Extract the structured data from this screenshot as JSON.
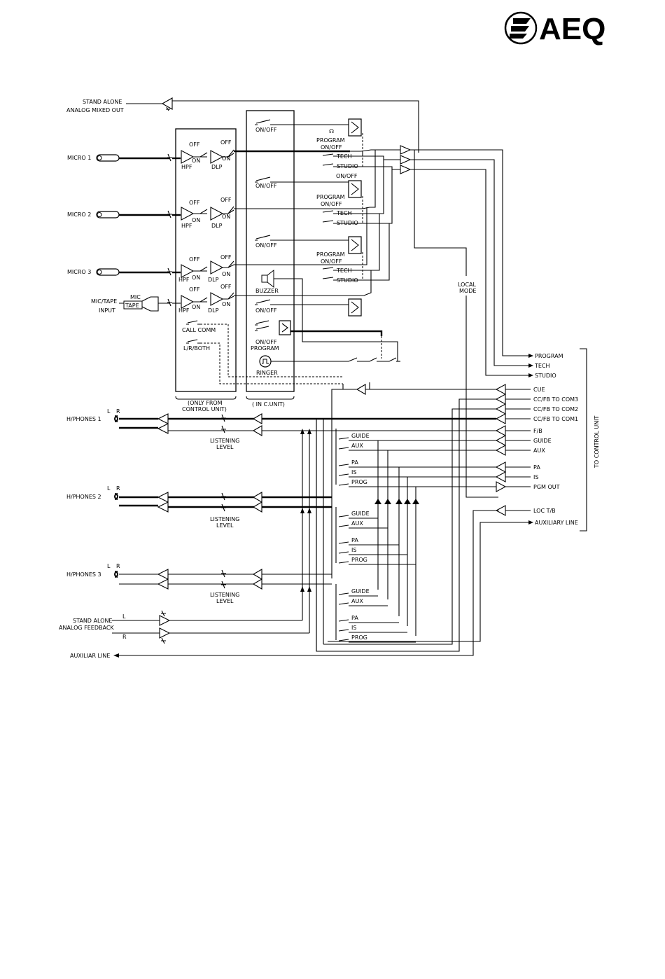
{
  "logo": {
    "text": "AEQ"
  },
  "inputs": {
    "stand_alone_out": [
      "STAND ALONE",
      "ANALOG MIXED OUT"
    ],
    "micro1": "MICRO 1",
    "micro2": "MICRO 2",
    "micro3": "MICRO 3",
    "mic_tape_input": [
      "MIC/TAPE",
      "INPUT"
    ],
    "mic_switch": "MIC",
    "tape_switch": "TAPE"
  },
  "filters": {
    "hpf": "HPF",
    "dlp": "DLP",
    "off": "OFF",
    "on": "ON"
  },
  "control": {
    "call_comm": "CALL COMM",
    "lr_both": "L/R/BOTH",
    "only_from": [
      "(ONLY FROM",
      "CONTROL UNIT)"
    ],
    "in_cunit": "( IN C.UNIT)",
    "on_off": "ON/OFF",
    "buzzer": "BUZZER",
    "on_off_program": [
      "ON/OFF",
      "PROGRAM"
    ],
    "ringer": "RINGER"
  },
  "routing": {
    "program_on_off": [
      "PROGRAM",
      "ON/OFF"
    ],
    "tech": "TECH",
    "studio": "STUDIO",
    "on_off": "ON/OFF",
    "local_mode": [
      "LOCAL",
      "MODE"
    ]
  },
  "outputs": {
    "program": "PROGRAM",
    "tech": "TECH",
    "studio": "STUDIO",
    "cue": "CUE",
    "ccfb3": "CC/FB  TO  COM3",
    "ccfb2": "CC/FB  TO  COM2",
    "ccfb1": "CC/FB  TO  COM1",
    "fb": "F/B",
    "guide": "GUIDE",
    "aux": "AUX",
    "pa": "PA",
    "is": "IS",
    "pgm_out": "PGM  OUT",
    "loc_tb": "LOC  T/B",
    "auxiliary_line": "AUXILIARY  LINE",
    "to_control_unit": "TO CONTROL UNIT"
  },
  "headphones": {
    "h1": "H/PHONES 1",
    "h2": "H/PHONES 2",
    "h3": "H/PHONES 3",
    "l": "L",
    "r": "R",
    "listening_level": [
      "LISTENING",
      "LEVEL"
    ],
    "sel_guide": "GUIDE",
    "sel_aux": "AUX",
    "sel_pa": "PA",
    "sel_is": "IS",
    "sel_prog": "PROG"
  },
  "feedback": {
    "label": [
      "STAND ALONE",
      "ANALOG FEEDBACK"
    ],
    "l": "L",
    "r": "R",
    "auxiliar_line": "AUXILIAR  LINE"
  }
}
